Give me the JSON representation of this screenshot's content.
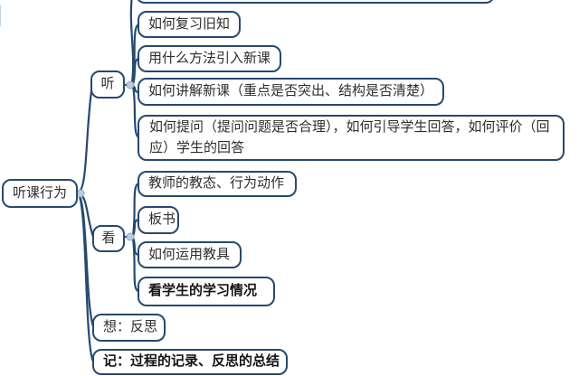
{
  "diagram": {
    "title_hint": "mind map of classroom observation behaviors",
    "root": {
      "text": "听课行为"
    },
    "branches": [
      {
        "label": "听",
        "children": [
          {
            "text": "如何复习旧知",
            "bold": false
          },
          {
            "text": "用什么方法引入新课",
            "bold": false
          },
          {
            "text": "如何讲解新课（重点是否突出、结构是否清楚）",
            "bold": false
          },
          {
            "text": "如何提问（提问问题是否合理），如何引导学生回答，如何评价（回应）学生的回答",
            "bold": false
          }
        ]
      },
      {
        "label": "看",
        "children": [
          {
            "text": "教师的教态、行为动作",
            "bold": false
          },
          {
            "text": "板书",
            "bold": false
          },
          {
            "text": "如何运用教具",
            "bold": false
          },
          {
            "text": "看学生的学习情况",
            "bold": true
          }
        ]
      },
      {
        "label": "想：反思",
        "children": []
      },
      {
        "label": "记：过程的记录、反思的总结",
        "bold": true,
        "children": []
      }
    ],
    "colors": {
      "line": "#27496e",
      "node_border": "#27496e",
      "node_background": "#ffffff",
      "text": "#2e2e2e",
      "collapse_dot_fill": "#b9cbdd",
      "collapse_dot_stroke": "#8aa6c2",
      "background": "#ffffff"
    }
  }
}
